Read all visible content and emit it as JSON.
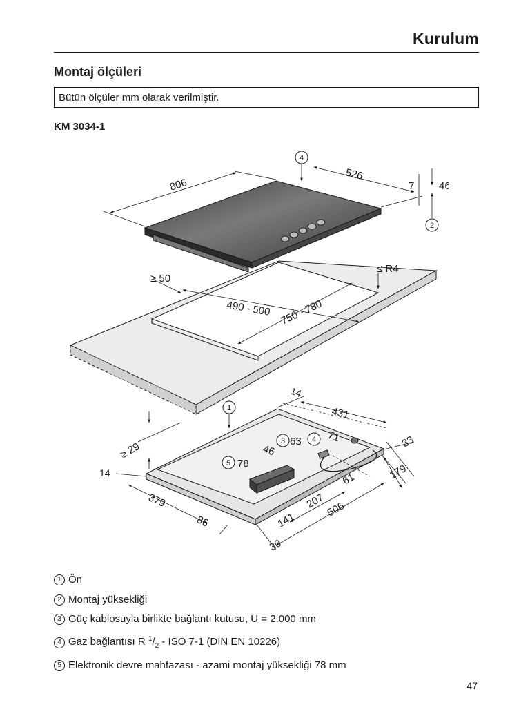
{
  "header": {
    "title": "Kurulum"
  },
  "section": {
    "title": "Montaj ölçüleri",
    "note": "Bütün ölçüler mm olarak verilmiştir.",
    "model": "KM 3034-1"
  },
  "drawing": {
    "dimensions": {
      "width": "806",
      "depth": "526",
      "gap": "7",
      "thickness": "46",
      "margin": "≥ 50",
      "radius": "≤ R4",
      "cutout_depth": "490 - 500",
      "cutout_width": "750 - 780",
      "worktop_min": "≥ 29",
      "d14_top": "14",
      "d431": "431",
      "d63": "63",
      "d71": "71",
      "d46": "46",
      "d78": "78",
      "d33": "33",
      "d179": "179",
      "d61": "61",
      "d14_left": "14",
      "d379": "379",
      "d86": "86",
      "d207": "207",
      "d141": "141",
      "d506": "506",
      "d30": "30"
    },
    "callouts": [
      "1",
      "2",
      "3",
      "4",
      "5"
    ]
  },
  "legend": [
    {
      "num": "1",
      "text": "Ön"
    },
    {
      "num": "2",
      "text": "Montaj yüksekliği"
    },
    {
      "num": "3",
      "text": "Güç kablosuyla birlikte bağlantı kutusu, U = 2.000 mm"
    },
    {
      "num": "4",
      "text_before": "Gaz bağlantısı R ",
      "frac_num": "1",
      "frac_slash": "/",
      "frac_den": "2",
      "text_after": " - ISO 7-1 (DIN EN 10226)"
    },
    {
      "num": "5",
      "text": "Elektronik devre mahfazası - azami montaj yüksekliği 78 mm"
    }
  ],
  "footer": {
    "page_number": "47"
  },
  "colors": {
    "hob_glass": "#555555",
    "worktop": "#ececec",
    "line": "#1a1a1a"
  }
}
